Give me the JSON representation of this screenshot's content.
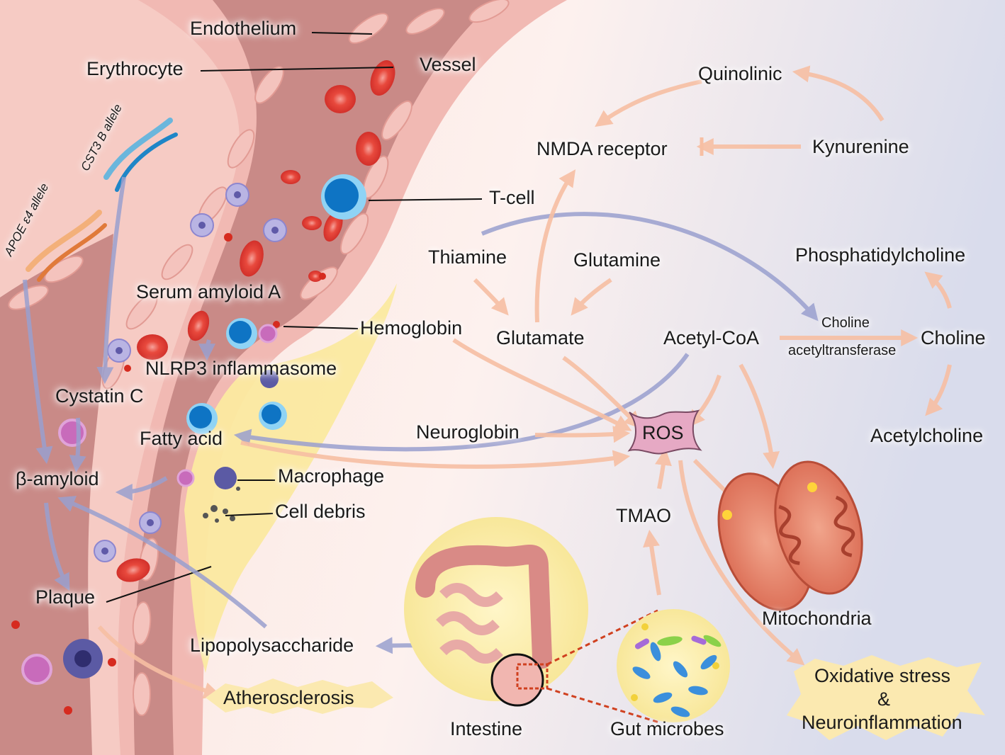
{
  "labels": {
    "endothelium": "Endothelium",
    "erythrocyte": "Erythrocyte",
    "vessel": "Vessel",
    "t_cell": "T-cell",
    "serum_amyloid_a": "Serum amyloid A",
    "hemoglobin": "Hemoglobin",
    "nlrp3": "NLRP3 inflammasome",
    "cystatin_c": "Cystatin C",
    "fatty_acid": "Fatty acid",
    "beta_amyloid": "β-amyloid",
    "macrophage": "Macrophage",
    "cell_debris": "Cell debris",
    "plaque": "Plaque",
    "lipopolysaccharide": "Lipopolysaccharide",
    "atherosclerosis": "Atherosclerosis",
    "intestine": "Intestine",
    "gut_microbes": "Gut microbes",
    "tmao": "TMAO",
    "ros": "ROS",
    "mitochondria": "Mitochondria",
    "oxidative_1": "Oxidative stress",
    "oxidative_2": "&",
    "oxidative_3": "Neuroinflammation",
    "quinolinic": "Quinolinic",
    "nmda_receptor": "NMDA receptor",
    "kynurenine": "Kynurenine",
    "thiamine": "Thiamine",
    "glutamine": "Glutamine",
    "glutamate": "Glutamate",
    "acetyl_coa": "Acetyl-CoA",
    "choline_acetyltransferase_1": "Choline",
    "choline_acetyltransferase_2": "acetyltransferase",
    "choline": "Choline",
    "phosphatidylcholine": "Phosphatidylcholine",
    "acetylcholine": "Acetylcholine",
    "neuroglobin": "Neuroglobin",
    "apoe_allele": "APOE ε4 allele",
    "cst3_allele": "CST3 B allele"
  },
  "colors": {
    "vessel_wall": "#f1b9b3",
    "lumen": "#c98a87",
    "erythrocyte": "#e84a3c",
    "plaque": "#fbe9a0",
    "t_cell": "#1d8fd6",
    "arrow_orange": "#f7bfa3",
    "arrow_purple": "#9aa0cf",
    "ros_fill": "#e6a9c4",
    "burst": "#fbe9b0"
  }
}
